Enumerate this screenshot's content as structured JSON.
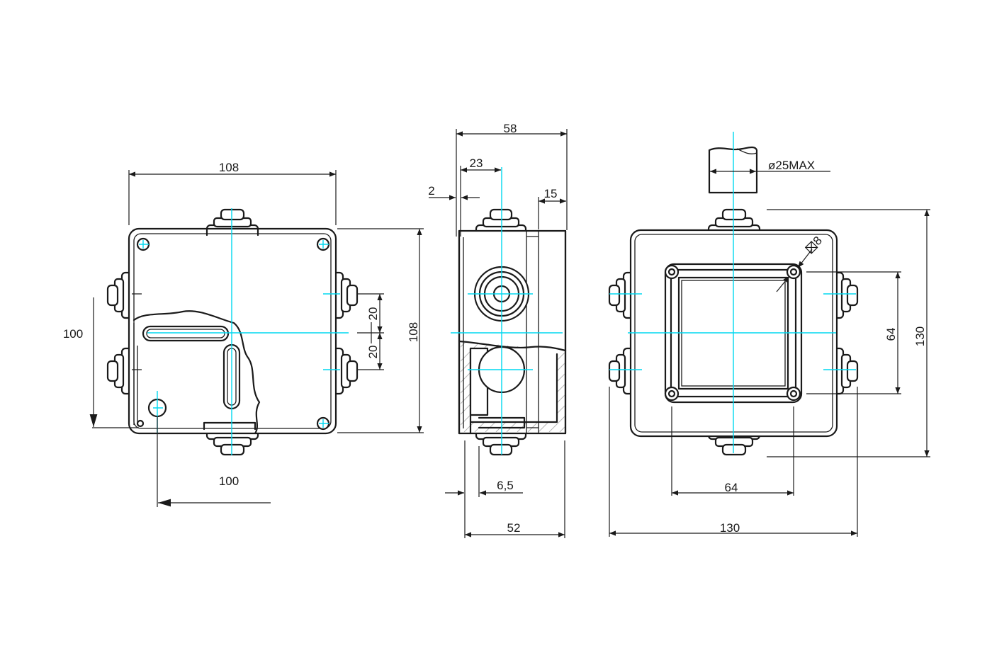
{
  "colors": {
    "outline": "#1a1a1a",
    "centerline": "#00d8f0",
    "hatch": "#b8b8b8",
    "background": "#ffffff"
  },
  "front_view": {
    "width_top": "108",
    "height_right": "108",
    "spacing_upper": "20",
    "spacing_lower": "20",
    "mount_height": "100",
    "mount_width": "100"
  },
  "side_view": {
    "depth_overall": "58",
    "to_gland_axis": "23",
    "wall_offset": "2",
    "lid_depth": "15",
    "base_offset": "6,5",
    "body_depth": "52"
  },
  "rear_view": {
    "cable_diameter": "ø25MAX",
    "hole_size": "8",
    "hole_spacing_vertical": "64",
    "overall_height": "130",
    "hole_spacing_horizontal": "64",
    "overall_width": "130"
  }
}
